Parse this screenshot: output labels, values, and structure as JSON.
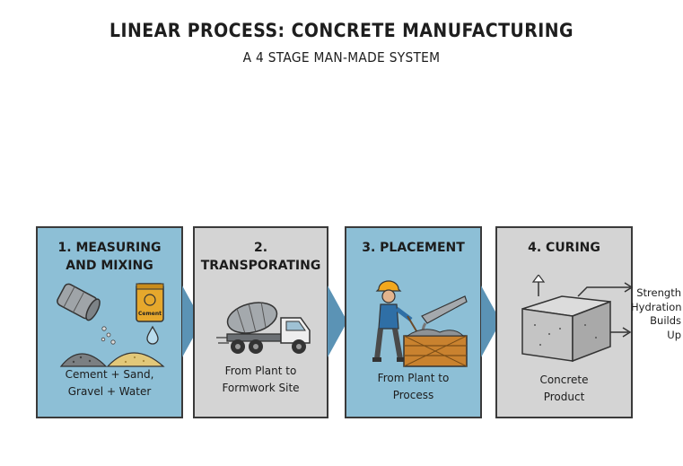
{
  "title": "LINEAR PROCESS: CONCRETE MANUFACTURING",
  "subtitle": "A 4 STAGE MAN-MADE SYSTEM",
  "stages": [
    {
      "label": "1. MEASURING\nAND MIXING",
      "description": "Cement + Sand,\nGravel + Water",
      "bag_label": "Cement"
    },
    {
      "label": "2. TRANSPORATING",
      "description": "From Plant to\nFormwork Site"
    },
    {
      "label": "3. PLACEMENT",
      "description": "From Plant to\nProcess"
    },
    {
      "label": "4. CURING",
      "description": "Concrete\nProduct"
    }
  ],
  "curing_note": "Strength\nHydration\nBuilds\nUp",
  "colors": {
    "blue_stage": "#8dbfd6",
    "gray_stage": "#d4d4d4",
    "chevron": "#5b93b5"
  }
}
